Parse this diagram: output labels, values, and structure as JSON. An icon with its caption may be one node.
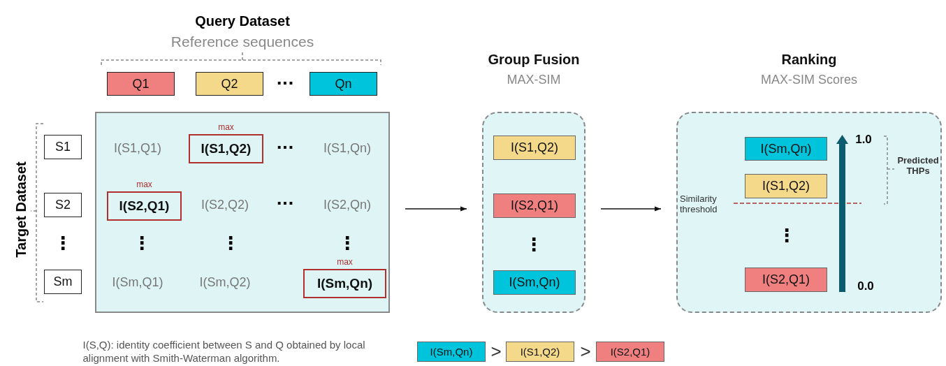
{
  "diagram": {
    "nodes": [
      {
        "text": [
          "Q1"
        ]
      },
      {
        "text": [
          "Q2"
        ]
      },
      {
        "text": [
          "Qn"
        ]
      },
      {
        "text": [
          "S1"
        ]
      },
      {
        "text": [
          "S2"
        ]
      },
      {
        "text": [
          "Sm"
        ]
      },
      {
        "text": [],
        "shape": "box"
      },
      {
        "text": [
          "I(S1,Q2)"
        ],
        "in": 6,
        "beside": [
          "max"
        ]
      },
      {
        "text": [
          "I(S2,Q1)"
        ],
        "in": 6,
        "beside": [
          "max"
        ]
      },
      {
        "text": [
          "I(Sm,Qn)"
        ],
        "in": 6,
        "beside": [
          "max"
        ]
      },
      {
        "text": [
          "Group Fusion",
          "MAX-SIM"
        ]
      },
      {
        "text": [
          "I(S1,Q2)"
        ],
        "in": 10
      },
      {
        "text": [
          "I(S2,Q1)"
        ],
        "in": 10
      },
      {
        "text": [
          "I(Sm,Qn)"
        ],
        "in": 10
      },
      {
        "text": [
          "Ranking",
          "MAX-SIM Scores"
        ]
      },
      {
        "text": [
          "I(Sm,Qn)"
        ],
        "in": 14
      },
      {
        "text": [
          "I(S1,Q2)"
        ],
        "in": 14
      },
      {
        "text": [
          "I(S2,Q1)"
        ],
        "in": 14
      },
      {
        "text": [
          "I(Sm,Qn)"
        ]
      },
      {
        "text": [
          "I(S1,Q2)"
        ]
      },
      {
        "text": [
          "I(S2,Q1)"
        ]
      }
    ],
    "edges": [
      {
        "from": 6,
        "to": 10,
        "arrow": "to"
      },
      {
        "from": 10,
        "to": 14,
        "arrow": "to"
      }
    ],
    "labels": [
      "Query Dataset",
      "Reference sequences",
      "···",
      "Target Dataset",
      "⋮",
      "I(S1,Q1)",
      "···",
      "I(S1,Qn)",
      "I(S2,Q2)",
      "···",
      "I(S2,Qn)",
      "⋮",
      "⋮",
      "⋮",
      "I(Sm,Q1)",
      "I(Sm,Q2)",
      "⋮",
      "1.0",
      "Predicted THPs",
      "Similarity threshold",
      "⋮",
      "0.0",
      "I(S,Q): identity coefficient between S and Q obtained by local alignment with Smith-Waterman algorithm.",
      ">",
      ">"
    ]
  }
}
